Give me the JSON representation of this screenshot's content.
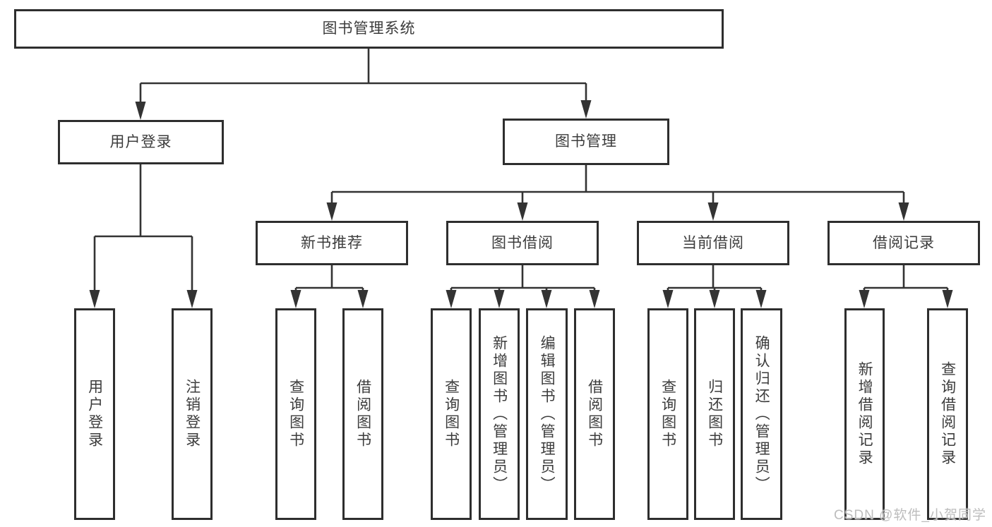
{
  "colors": {
    "line": "#333333",
    "box_border": "#2e2e2e",
    "box_fill": "#ffffff",
    "text": "#3c3c3c",
    "watermark": "#bdbdbd",
    "background": "#ffffff"
  },
  "watermark": {
    "text": "CSDN @软件_小贺同学"
  },
  "diagram": {
    "root": {
      "label": "图书管理系统"
    },
    "level2": [
      {
        "label": "用户登录",
        "children": [
          {
            "label": "用户登录"
          },
          {
            "label": "注销登录"
          }
        ]
      },
      {
        "label": "图书管理",
        "children": [
          {
            "label": "新书推荐",
            "children": [
              {
                "label": "查询图书"
              },
              {
                "label": "借阅图书"
              }
            ]
          },
          {
            "label": "图书借阅",
            "children": [
              {
                "label": "查询图书"
              },
              {
                "label": "新增图书（管理员）"
              },
              {
                "label": "编辑图书（管理员）"
              },
              {
                "label": "借阅图书"
              }
            ]
          },
          {
            "label": "当前借阅",
            "children": [
              {
                "label": "查询图书"
              },
              {
                "label": "归还图书"
              },
              {
                "label": "确认归还（管理员）"
              }
            ]
          },
          {
            "label": "借阅记录",
            "children": [
              {
                "label": "新增借阅记录"
              },
              {
                "label": "查询借阅记录"
              }
            ]
          }
        ]
      }
    ]
  }
}
